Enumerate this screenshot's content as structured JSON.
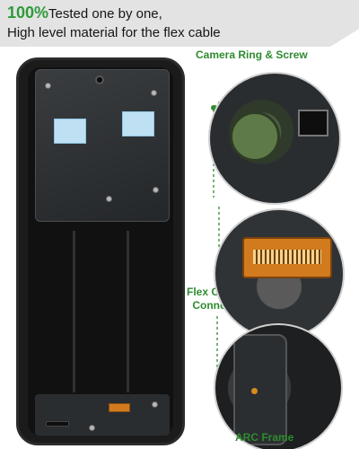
{
  "banner": {
    "highlight": "100%",
    "line1_rest": "Tested one by one,",
    "line2": "High level material for the flex cable"
  },
  "callouts": {
    "camera": "Camera Ring & Screw",
    "flex_line1": "Flex Cable &",
    "flex_line2": "Connecter",
    "arc": "ARC Frame"
  },
  "colors": {
    "accent_green": "#2e8b2f",
    "highlight_green": "#2e9a3a",
    "banner_bg": "#e3e3e3"
  }
}
